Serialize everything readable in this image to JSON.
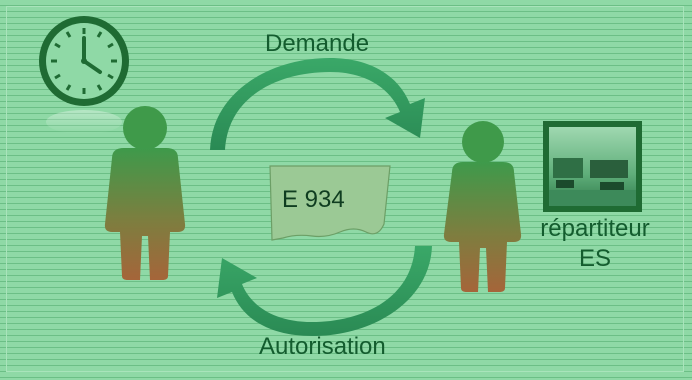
{
  "labels": {
    "request": "Demande",
    "authorization": "Autorisation",
    "document": "E 934",
    "dispatcher_line1": "répartiteur",
    "dispatcher_line2": "ES"
  },
  "icons": {
    "clock": "clock-icon",
    "person_left": "person-icon",
    "person_right": "person-icon",
    "photo": "control-room-photo",
    "arrow_top": "curved-arrow-right-icon",
    "arrow_bottom": "curved-arrow-left-icon",
    "document": "document-icon"
  },
  "colors": {
    "background": "#8fd9a6",
    "stripe": "#6cbf86",
    "text": "#135c2e",
    "arrow": "#2f9a5f",
    "person_top": "#3f9a4a",
    "person_bottom": "#a06a3a",
    "clock_outline": "#1f6b33"
  }
}
